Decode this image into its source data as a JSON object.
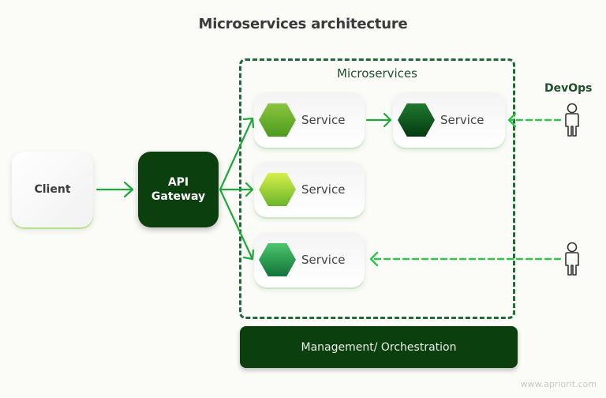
{
  "title": "Microservices architecture",
  "client": {
    "label": "Client"
  },
  "gateway": {
    "line1": "API",
    "line2": "Gateway"
  },
  "microservices": {
    "label": "Microservices",
    "services": [
      {
        "label": "Service",
        "color_top": "#8ac53f",
        "color_bottom": "#4d9a1e"
      },
      {
        "label": "Service",
        "color_top": "#1e7a2e",
        "color_bottom": "#053a10"
      },
      {
        "label": "Service",
        "color_top": "#d6f04a",
        "color_bottom": "#6ab52a"
      },
      {
        "label": "Service",
        "color_top": "#4cc66c",
        "color_bottom": "#12733a"
      }
    ]
  },
  "management": {
    "label": "Management/ Orchestration"
  },
  "devops": {
    "label": "DevOps"
  },
  "watermark": "www.apriorit.com",
  "colors": {
    "arrow": "#1fa83a",
    "dashed_arrow": "#2ec44a",
    "frame": "#1f6a36",
    "dark_green": "#0b3f0d"
  }
}
